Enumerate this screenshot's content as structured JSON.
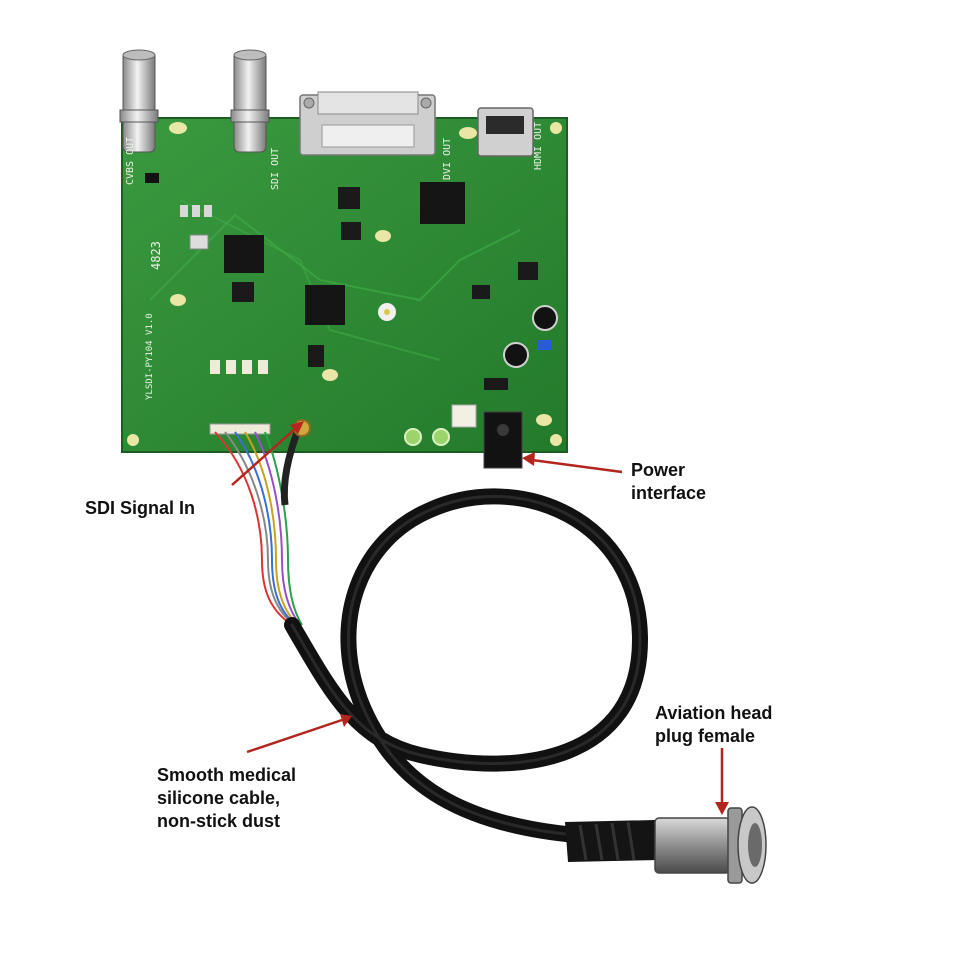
{
  "board": {
    "labels": {
      "cvbs": "CVBS OUT",
      "sdi": "SDI OUT",
      "dvi": "DVI OUT",
      "hdmi": "HDMI OUT",
      "model": "YLSDI-PY104 V1.0",
      "code": "4823"
    }
  },
  "callouts": {
    "sdi_in": "SDI Signal In",
    "power": [
      "Power",
      "interface"
    ],
    "aviation": [
      "Aviation head",
      "plug female"
    ],
    "cable": [
      "Smooth medical",
      "silicone cable,",
      "non-stick dust"
    ]
  },
  "colors": {
    "pcb": "#2e8b35",
    "arrow": "#b3261e",
    "cable": "#111111"
  }
}
